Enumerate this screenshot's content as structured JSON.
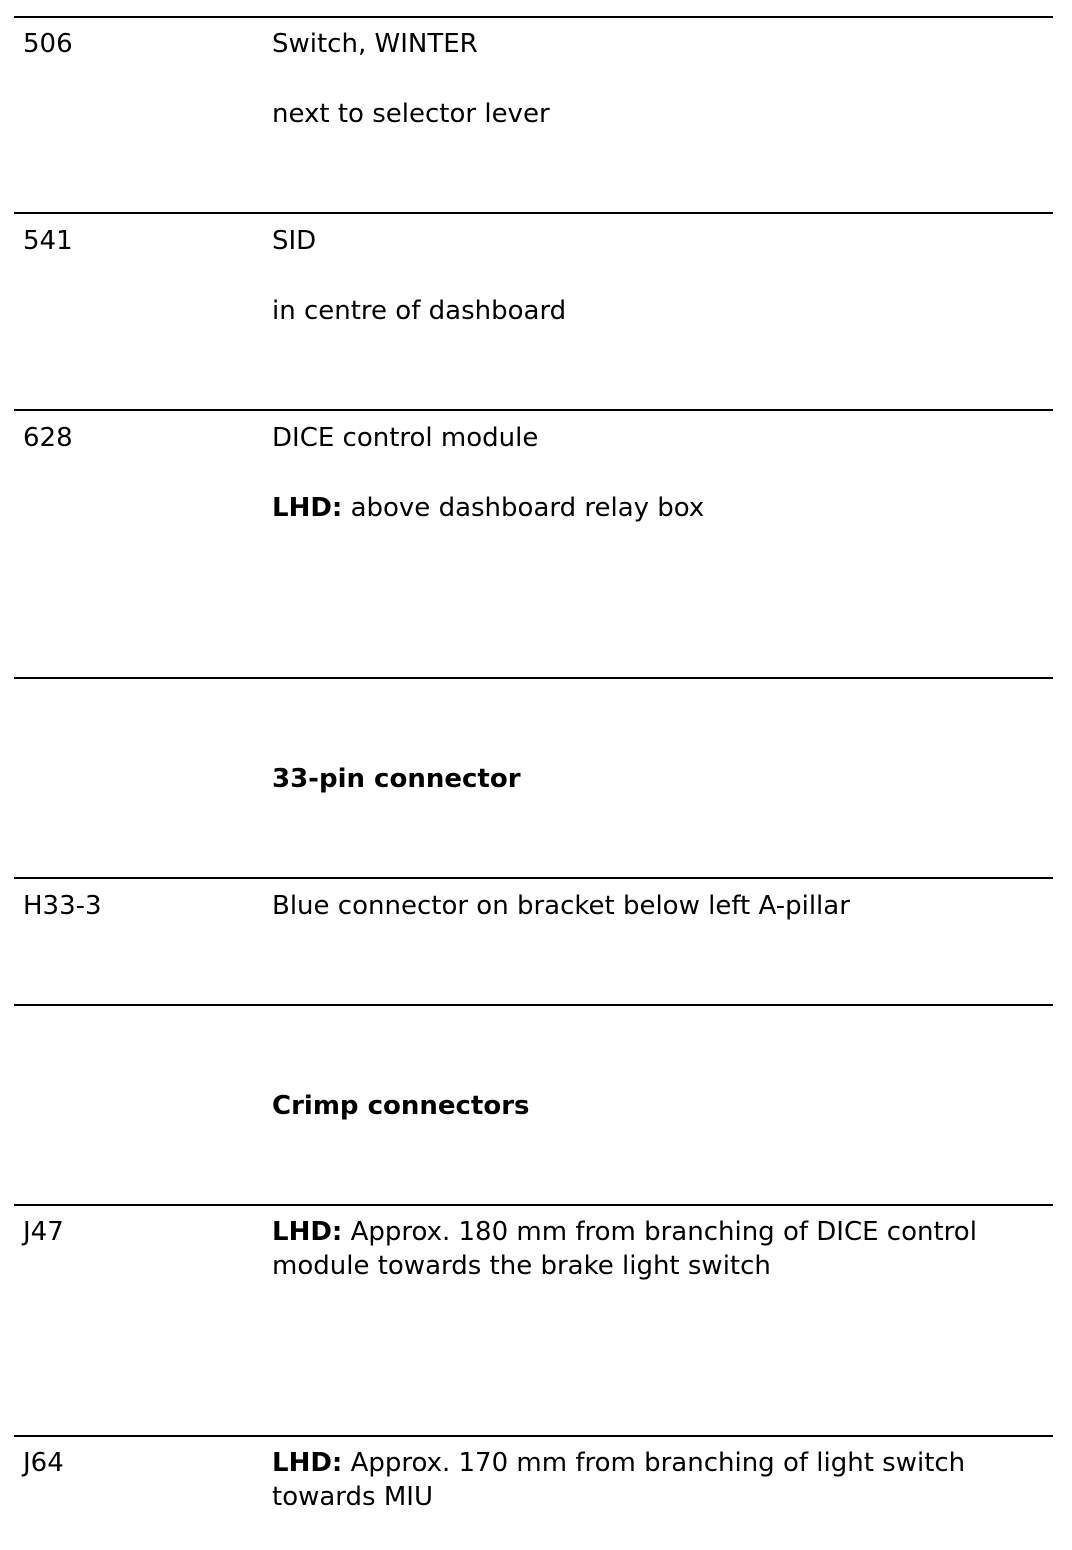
{
  "rows": [
    {
      "code": "506",
      "title": "Switch, WINTER",
      "location_label": "",
      "location": "next to selector lever"
    },
    {
      "code": "541",
      "title": "SID",
      "location_label": "",
      "location": "in centre of dashboard"
    },
    {
      "code": "628",
      "title": "DICE control module",
      "location_label": "LHD:",
      "location": " above dashboard relay box"
    }
  ],
  "sections": {
    "pin_connector_heading": "33-pin connector",
    "crimp_connectors_heading": "Crimp connectors"
  },
  "connectors": [
    {
      "code": "H33-3",
      "text": "Blue connector on bracket below left A-pillar"
    }
  ],
  "crimps": [
    {
      "code": "J47",
      "label": "LHD:",
      "text": " Approx. 180 mm from branching of DICE control module towards the brake light switch"
    },
    {
      "code": "J64",
      "label": "LHD:",
      "text": " Approx. 170 mm from branching of light switch towards MIU"
    }
  ]
}
